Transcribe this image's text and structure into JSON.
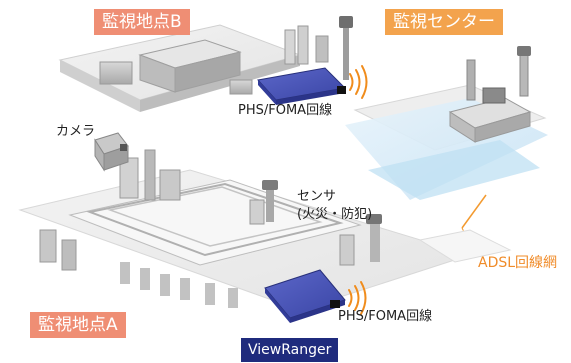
{
  "labels": {
    "site_b": "監視地点B",
    "monitoring_center": "監視センター",
    "site_a": "監視地点A",
    "view_ranger": "ViewRanger",
    "phs_foma_top": "PHS/FOMA回線",
    "phs_foma_bottom": "PHS/FOMA回線",
    "camera": "カメラ",
    "sensor": "センサ\n(火災・防犯)",
    "adsl": "ADSL回線網"
  },
  "colors": {
    "site_tag": "#ef8e74",
    "center_tag": "#f3a34d",
    "view_ranger_tag": "#1f2b7d",
    "device_blue": "#4a55b5",
    "adsl_line": "#f39a2f",
    "wave_orange": "#f08c1c",
    "center_floor": "#cfe7f7"
  }
}
